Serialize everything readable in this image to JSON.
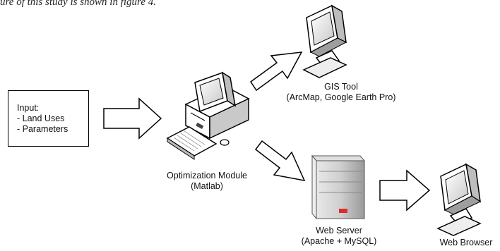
{
  "caption": "ure of this study is shown in figure 4.",
  "input": {
    "heading": "Input:",
    "items": [
      "- Land Uses",
      "- Parameters"
    ]
  },
  "nodes": {
    "gis_tool": {
      "line1": "GIS Tool",
      "line2": "(ArcMap, Google Earth Pro)"
    },
    "optimization_module": {
      "line1": "Optimization Module",
      "line2": "(Matlab)"
    },
    "web_server": {
      "line1": "Web Server",
      "line2": "(Apache + MySQL)"
    },
    "web_browser": {
      "line1": "Web Browser"
    }
  },
  "icons": {
    "monitor": "monitor-icon",
    "desktop": "desktop-computer-icon",
    "server": "server-tower-icon",
    "arrow": "block-arrow-icon"
  },
  "colors": {
    "stroke": "#000000",
    "server_body": "#d0d0d0",
    "server_light": "#e04040",
    "screen": "#ffffff"
  }
}
